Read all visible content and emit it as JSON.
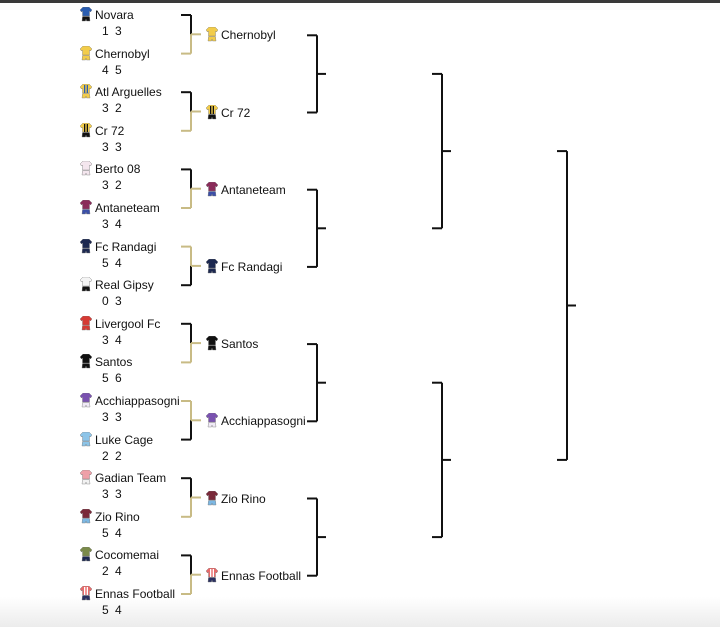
{
  "round1": [
    {
      "name": "Novara",
      "score": "1 3",
      "shirt": "#2a5db0",
      "shorts": "#111111"
    },
    {
      "name": "Chernobyl",
      "score": "4 5",
      "shirt": "#f2cc4a",
      "shorts": "#f2cc4a"
    },
    {
      "name": "Atl Arguelles",
      "score": "3 2",
      "shirt": "#f2cc4a",
      "shorts": "#f2cc4a",
      "stripe": "#2a5db0"
    },
    {
      "name": "Cr 72",
      "score": "3 3",
      "shirt": "#f2cc4a",
      "shorts": "#111111",
      "stripe": "#111111"
    },
    {
      "name": "Berto 08",
      "score": "3 2",
      "shirt": "#f4e6ee",
      "shorts": "#f4e6ee"
    },
    {
      "name": "Antaneteam",
      "score": "3 4",
      "shirt": "#8a2c5a",
      "shorts": "#3b4fa8"
    },
    {
      "name": "Fc Randagi",
      "score": "5 4",
      "shirt": "#1c2850",
      "shorts": "#1c2850"
    },
    {
      "name": "Real Gipsy",
      "score": "0 3",
      "shirt": "#f4f4f4",
      "shorts": "#111111"
    },
    {
      "name": "Livergool Fc",
      "score": "3 4",
      "shirt": "#d63a34",
      "shorts": "#d63a34"
    },
    {
      "name": "Santos",
      "score": "5 6",
      "shirt": "#111111",
      "shorts": "#111111"
    },
    {
      "name": "Acchiappasogni",
      "score": "3 3",
      "shirt": "#7a52b0",
      "shorts": "#f0eaf6"
    },
    {
      "name": "Luke Cage",
      "score": "2 2",
      "shirt": "#8cc4e8",
      "shorts": "#8cc4e8"
    },
    {
      "name": "Gadian Team",
      "score": "3 3",
      "shirt": "#eea0a8",
      "shorts": "#f2f2f2"
    },
    {
      "name": "Zio Rino",
      "score": "5 4",
      "shirt": "#7a2a3a",
      "shorts": "#7cb8e4"
    },
    {
      "name": "Cocomemai",
      "score": "2 4",
      "shirt": "#7a8a4a",
      "shorts": "#1c2850"
    },
    {
      "name": "Ennas Football",
      "score": "5 4",
      "shirt": "#e86a6a",
      "shorts": "#2a3060",
      "stripe": "#ffffff"
    }
  ],
  "round2": [
    {
      "name": "Chernobyl",
      "shirt": "#f2cc4a",
      "shorts": "#f2cc4a"
    },
    {
      "name": "Cr 72",
      "shirt": "#f2cc4a",
      "shorts": "#111111",
      "stripe": "#111111"
    },
    {
      "name": "Antaneteam",
      "shirt": "#8a2c5a",
      "shorts": "#3b4fa8"
    },
    {
      "name": "Fc Randagi",
      "shirt": "#1c2850",
      "shorts": "#1c2850"
    },
    {
      "name": "Santos",
      "shirt": "#111111",
      "shorts": "#111111"
    },
    {
      "name": "Acchiappasogni",
      "shirt": "#7a52b0",
      "shorts": "#f0eaf6"
    },
    {
      "name": "Zio Rino",
      "shirt": "#7a2a3a",
      "shorts": "#7cb8e4"
    },
    {
      "name": "Ennas Football",
      "shirt": "#e86a6a",
      "shorts": "#2a3060",
      "stripe": "#ffffff"
    }
  ],
  "colors": {
    "line": "#111111",
    "winner_line": "#c8bb85"
  }
}
